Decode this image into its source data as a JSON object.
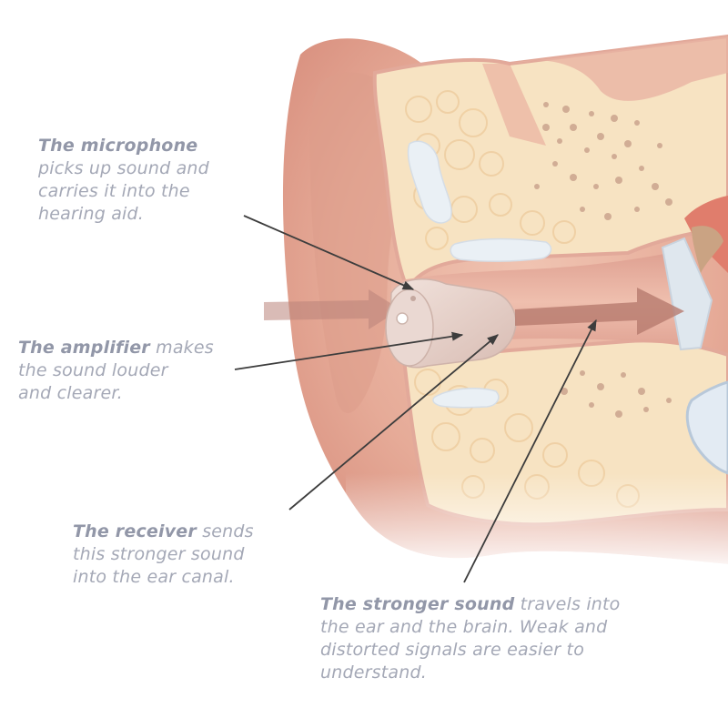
{
  "callouts": {
    "microphone": {
      "term": "The microphone",
      "line1": "picks up sound and",
      "line2": "carries it into the",
      "line3": "hearing aid."
    },
    "amplifier": {
      "term": "The amplifier",
      "line1_rest": " makes",
      "line2": "the sound louder",
      "line3": "and clearer."
    },
    "receiver": {
      "term": "The receiver",
      "line1_rest": " sends",
      "line2": "this stronger sound",
      "line3": "into the ear canal."
    },
    "stronger_sound": {
      "term": "The stronger sound",
      "line1_rest": " travels into",
      "line2": "the ear and the brain. Weak and",
      "line3": "distorted signals are easier to",
      "line4": "understand."
    }
  },
  "colors": {
    "callout_text": "#a4a8b6",
    "leader_line": "#3d3d3d",
    "skin": "#e9b3a2",
    "bone": "#f7e3c2",
    "hearing_aid": "#e3cfc8",
    "sound_arrow": "#b9847a"
  }
}
